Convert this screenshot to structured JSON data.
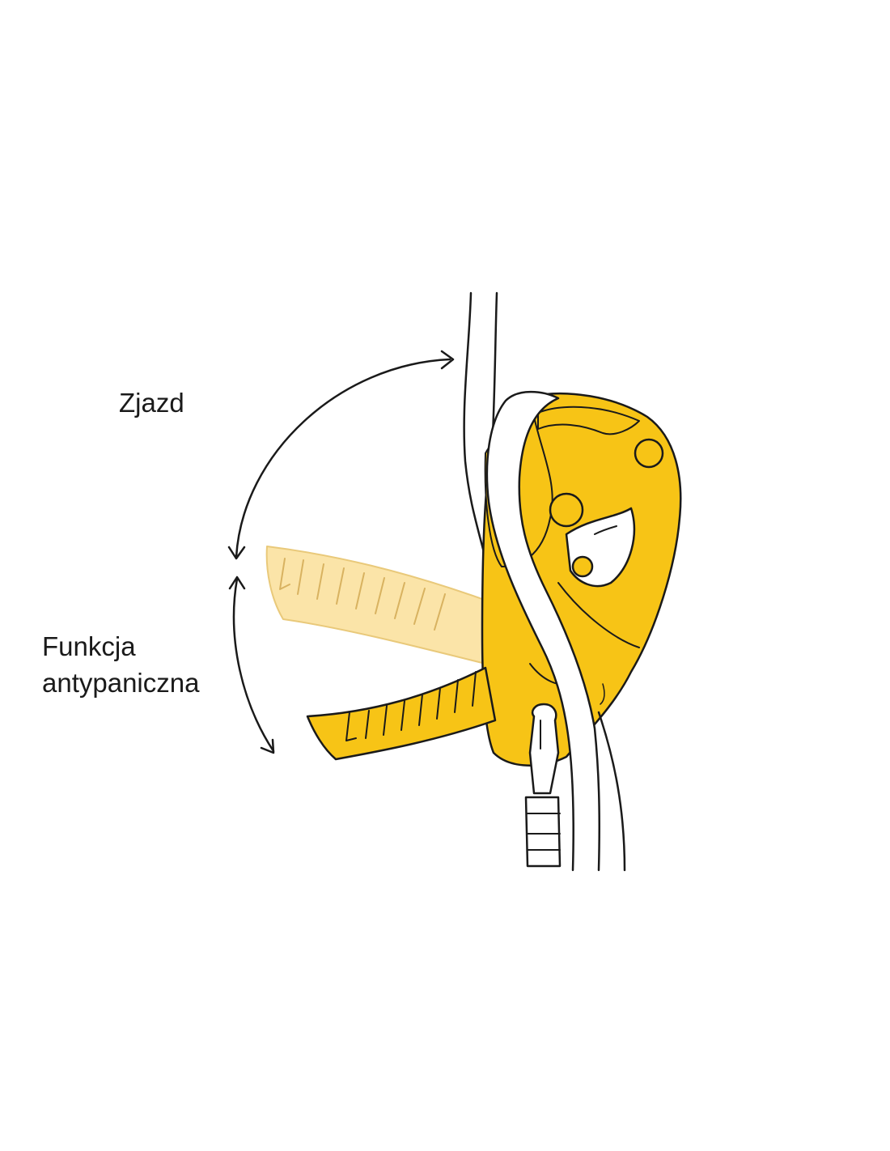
{
  "labels": {
    "descent": "Zjazd",
    "antipanic_line1": "Funkcja",
    "antipanic_line2": "antypaniczna"
  },
  "colors": {
    "device_yellow": "#F7C416",
    "handle_ghost": "#FBE4A8",
    "outline": "#1a1a1a",
    "rope": "#ffffff",
    "background": "#ffffff"
  }
}
